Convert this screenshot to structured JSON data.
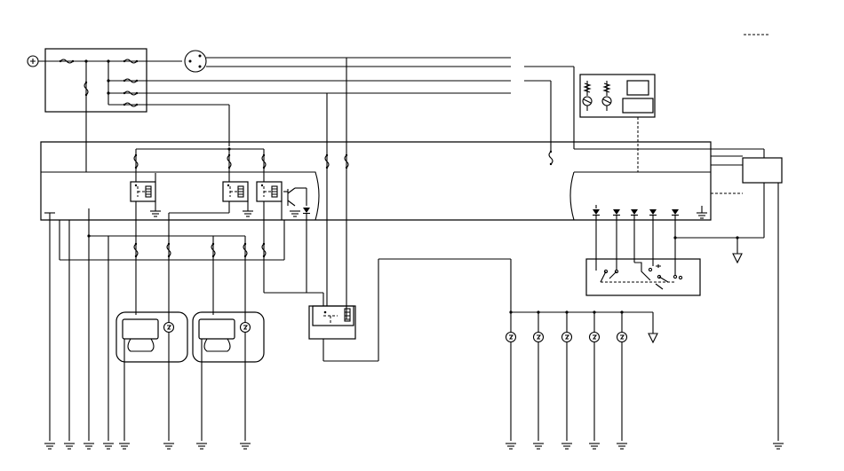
{
  "diagram": {
    "type": "wiring-schematic",
    "line_color": "#000000",
    "background": "#ffffff",
    "symbols": [
      "fuse",
      "relay",
      "diode",
      "lamp",
      "ground",
      "connector",
      "switch"
    ]
  }
}
